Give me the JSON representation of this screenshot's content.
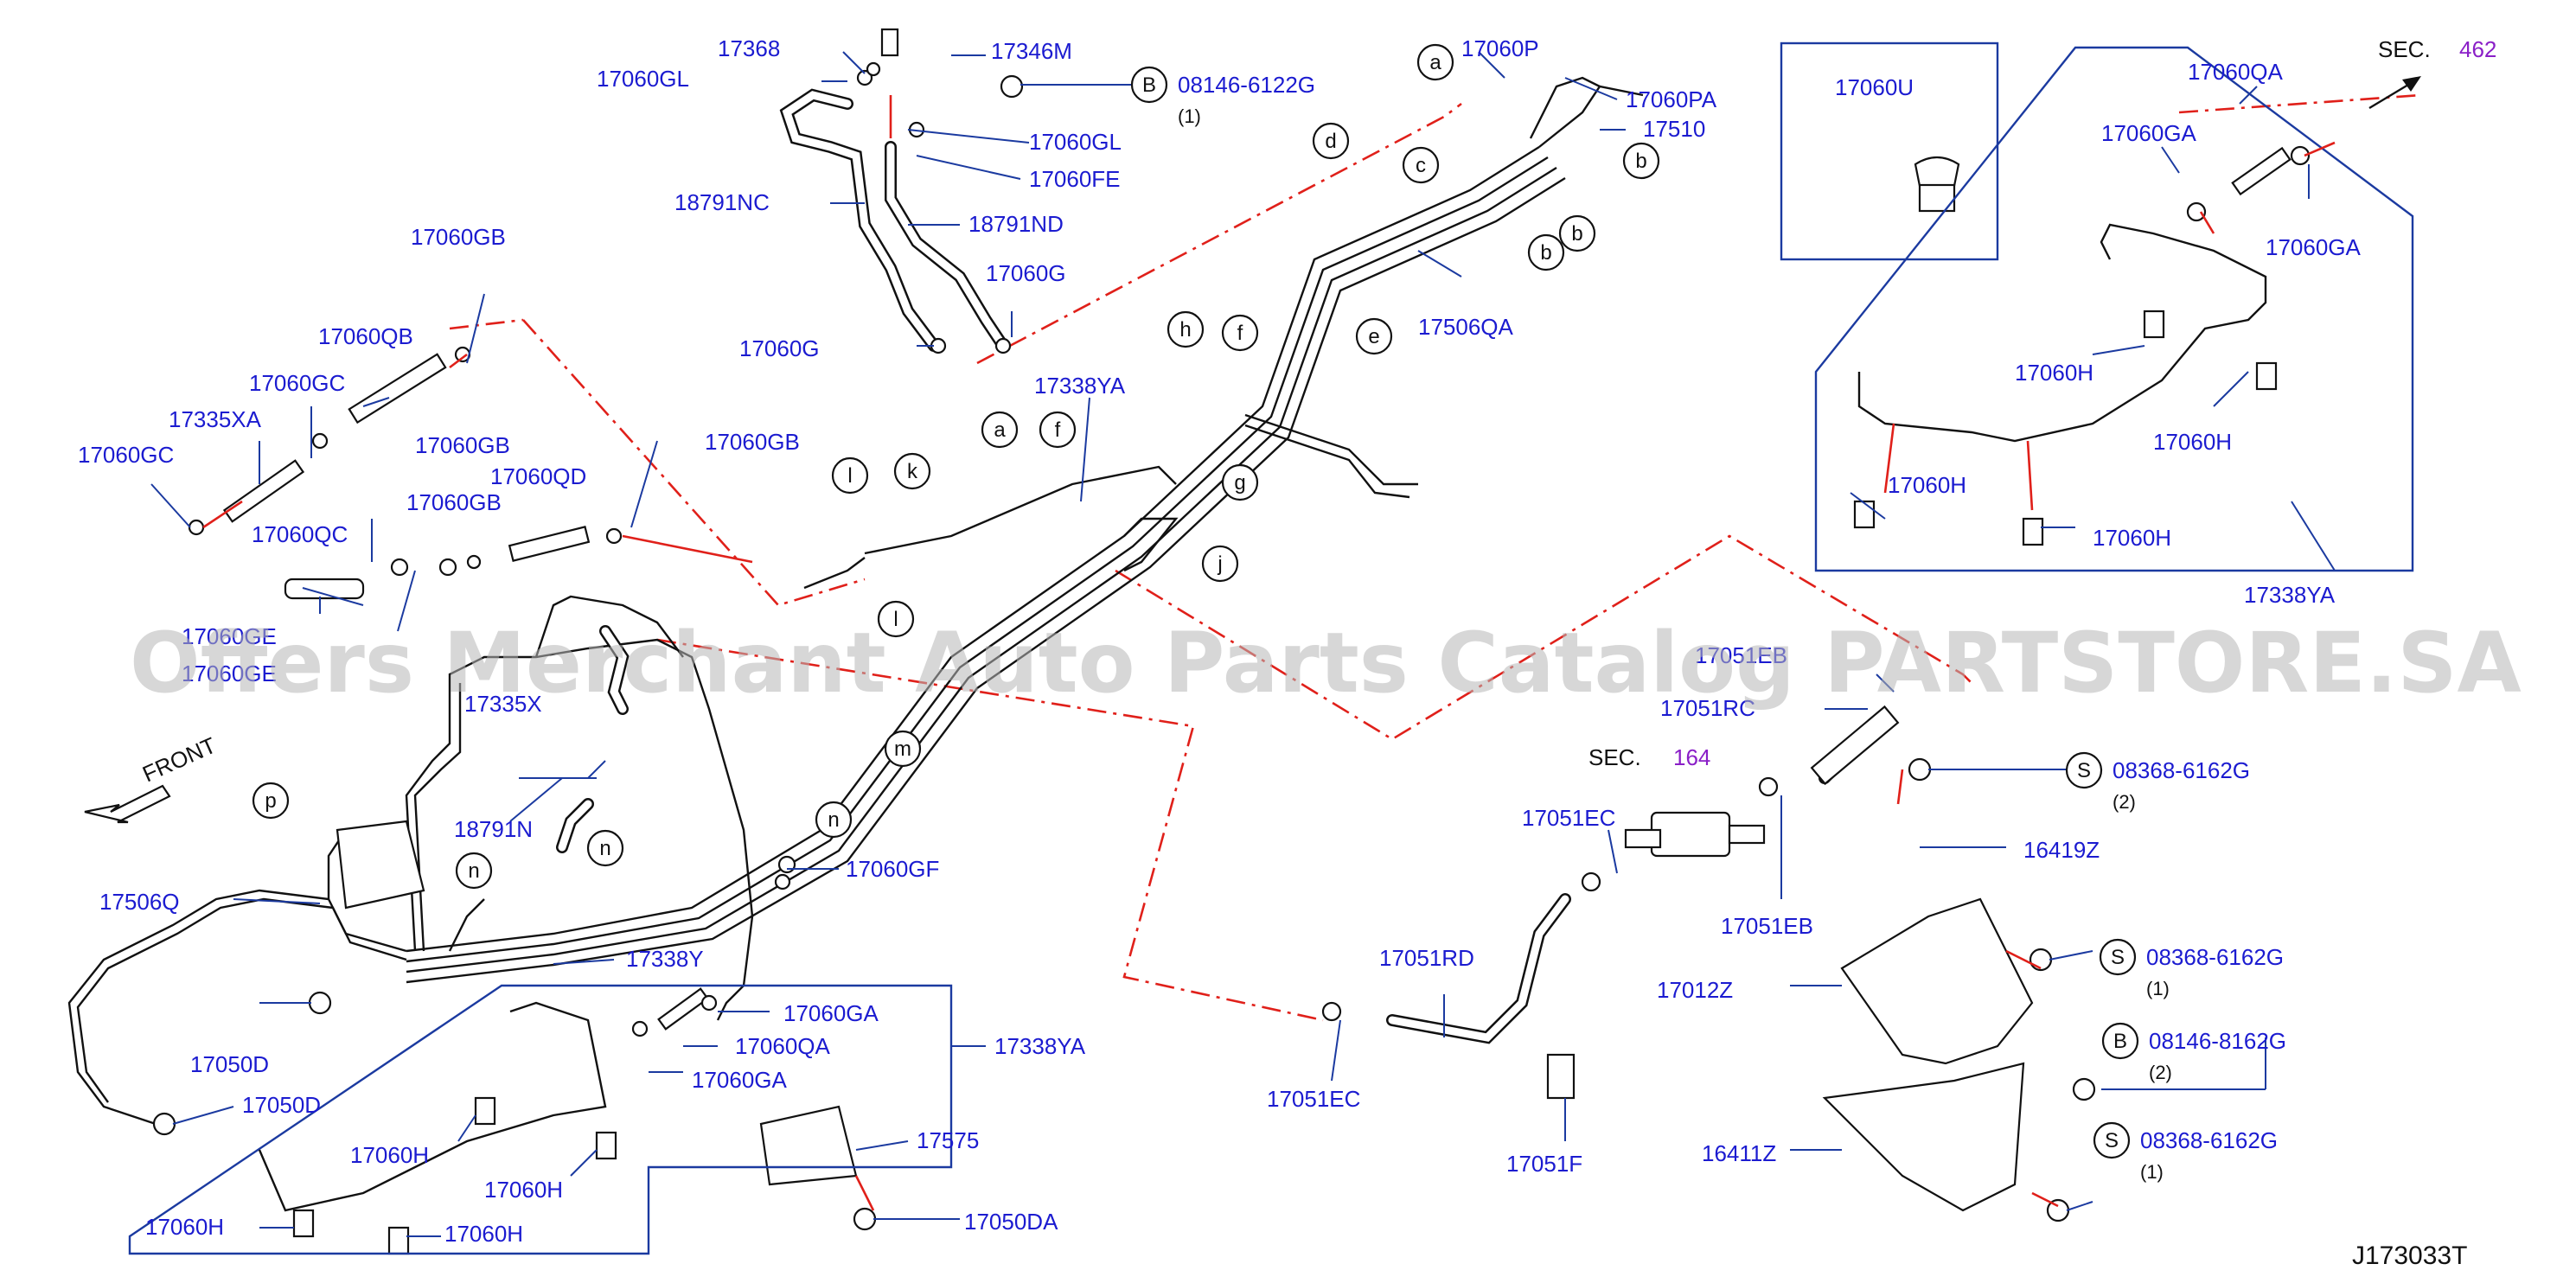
{
  "watermark": "Offers Merchant Auto Parts Catalog PARTSTORE.SA",
  "diagram_code": "J173033T",
  "front_label": "FRONT",
  "colors": {
    "label": "#1b1bd0",
    "leader": "#1b3aa0",
    "phantom": "#e0201a",
    "section_ref": "#8a1fc7",
    "line": "#111111"
  },
  "sections": [
    {
      "prefix": "SEC.",
      "number": "462"
    },
    {
      "prefix": "SEC.",
      "number": "164"
    }
  ],
  "callouts": [
    "a",
    "a",
    "b",
    "b",
    "b",
    "c",
    "d",
    "e",
    "f",
    "f",
    "g",
    "h",
    "j",
    "k",
    "l",
    "l",
    "m",
    "n",
    "n",
    "n",
    "p"
  ],
  "fasteners": [
    {
      "symbol": "B",
      "part": "08146-6122G",
      "qty": "(1)"
    },
    {
      "symbol": "S",
      "part": "08368-6162G",
      "qty": "(2)"
    },
    {
      "symbol": "S",
      "part": "08368-6162G",
      "qty": "(1)"
    },
    {
      "symbol": "B",
      "part": "08146-8162G",
      "qty": "(2)"
    },
    {
      "symbol": "S",
      "part": "08368-6162G",
      "qty": "(1)"
    }
  ],
  "labels": [
    "17368",
    "17346M",
    "17060GL",
    "17060GL",
    "17060FE",
    "18791NC",
    "18791ND",
    "17060G",
    "17060G",
    "17060P",
    "17060PA",
    "17510",
    "17506QA",
    "17338YA",
    "17060GB",
    "17060QB",
    "17060GC",
    "17335XA",
    "17060GB",
    "17060GC",
    "17060GB",
    "17060QD",
    "17060GB",
    "17060QC",
    "17060GE",
    "17060GE",
    "17335X",
    "18791N",
    "17060GF",
    "17506Q",
    "17338Y",
    "17050D",
    "17050D",
    "17060GA",
    "17060QA",
    "17060GA",
    "17338YA",
    "17060H",
    "17060H",
    "17060H",
    "17060H",
    "17575",
    "17050DA",
    "17060U",
    "17060QA",
    "17060GA",
    "17060GA",
    "17060H",
    "17060H",
    "17060H",
    "17060H",
    "17338YA",
    "17051EB",
    "17051RC",
    "17051EC",
    "17051EB",
    "16419Z",
    "17012Z",
    "17051RD",
    "17051EC",
    "17051F",
    "16411Z"
  ]
}
